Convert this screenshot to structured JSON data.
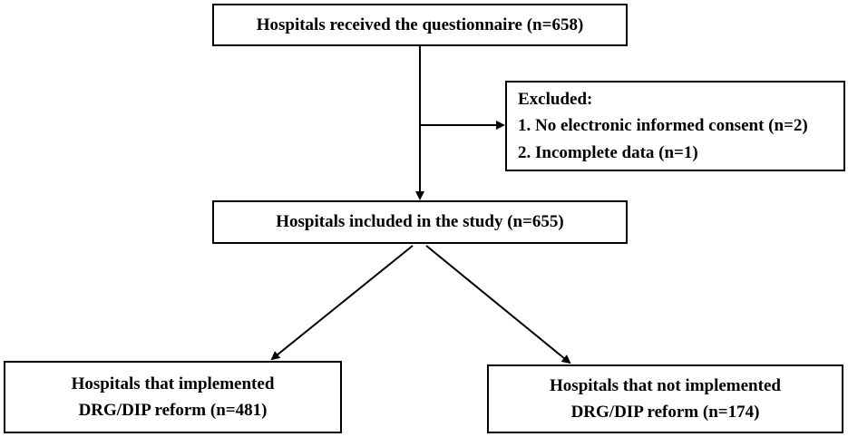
{
  "boxes": {
    "received": "Hospitals received the questionnaire (n=658)",
    "excluded": {
      "heading": "Excluded:",
      "items": [
        "1. No electronic informed consent (n=2)",
        "2. Incomplete data (n=1)"
      ]
    },
    "included": "Hospitals included in the study (n=655)",
    "implemented": {
      "line1": "Hospitals that implemented",
      "line2": "DRG/DIP reform (n=481)"
    },
    "not_implemented": {
      "line1": "Hospitals that not implemented",
      "line2": "DRG/DIP reform (n=174)"
    }
  }
}
